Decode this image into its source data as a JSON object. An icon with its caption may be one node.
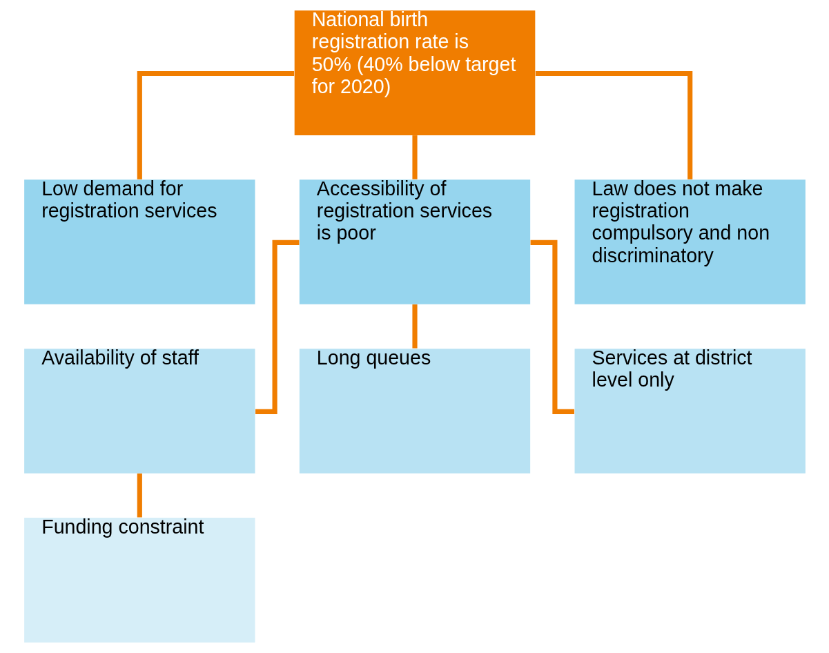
{
  "diagram": {
    "nodes": [
      {
        "text": [
          "National birth registration rate is 50% (40% below target for 2020)"
        ]
      },
      {
        "text": [
          "Low demand for registration services"
        ]
      },
      {
        "text": [
          "Accessibility of registration services is poor"
        ]
      },
      {
        "text": [
          "Law does not make registration compulsory and non discriminatory"
        ]
      },
      {
        "text": [
          "Availability of staff"
        ]
      },
      {
        "text": [
          "Long queues"
        ]
      },
      {
        "text": [
          "Services at district level only"
        ]
      },
      {
        "text": [
          "Funding constraint"
        ]
      }
    ],
    "edges": [
      {
        "from": 0,
        "to": 1,
        "arrow": "none"
      },
      {
        "from": 0,
        "to": 2,
        "arrow": "none"
      },
      {
        "from": 0,
        "to": 3,
        "arrow": "none"
      },
      {
        "from": 2,
        "to": 4,
        "arrow": "none"
      },
      {
        "from": 2,
        "to": 5,
        "arrow": "none"
      },
      {
        "from": 2,
        "to": 6,
        "arrow": "none"
      },
      {
        "from": 4,
        "to": 7,
        "arrow": "none"
      }
    ]
  }
}
